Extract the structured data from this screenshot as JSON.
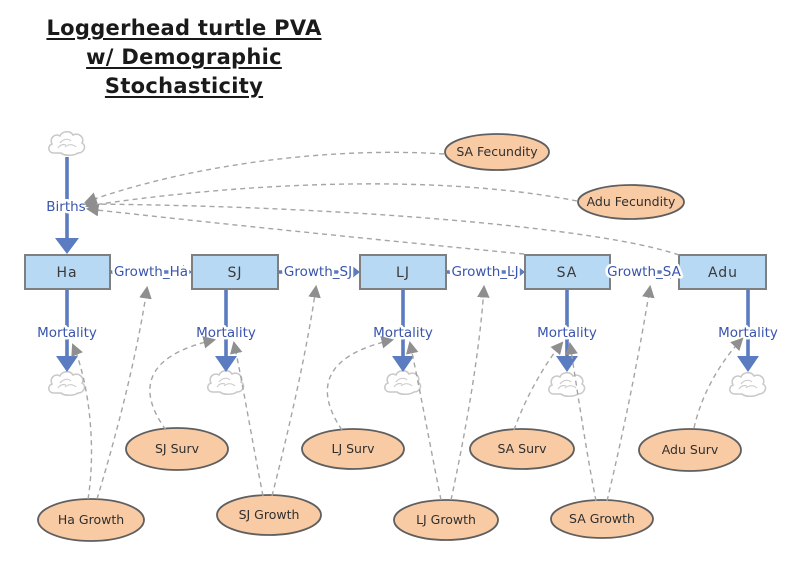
{
  "title": {
    "line1": "Loggerhead turtle PVA",
    "line2": "w/ Demographic",
    "line3": "Stochasticity"
  },
  "stocks": {
    "ha": {
      "label": "Ha"
    },
    "sj": {
      "label": "SJ"
    },
    "lj": {
      "label": "LJ"
    },
    "sa": {
      "label": "SA"
    },
    "adu": {
      "label": "Adu"
    }
  },
  "flows": {
    "births": {
      "label": "Births"
    },
    "growth_ha": {
      "label": "Growth_Ha"
    },
    "growth_sj": {
      "label": "Growth_SJ"
    },
    "growth_lj": {
      "label": "Growth_LJ"
    },
    "growth_sa": {
      "label": "Growth_SA"
    },
    "mortality_ha": {
      "label": "Mortality"
    },
    "mortality_sj": {
      "label": "Mortality"
    },
    "mortality_lj": {
      "label": "Mortality"
    },
    "mortality_sa": {
      "label": "Mortality"
    },
    "mortality_adu": {
      "label": "Mortality"
    }
  },
  "converters": {
    "sa_fecundity": {
      "label": "SA Fecundity"
    },
    "adu_fecundity": {
      "label": "Adu Fecundity"
    },
    "sj_surv": {
      "label": "SJ Surv"
    },
    "lj_surv": {
      "label": "LJ Surv"
    },
    "sa_surv": {
      "label": "SA Surv"
    },
    "adu_surv": {
      "label": "Adu Surv"
    },
    "ha_growth": {
      "label": "Ha Growth"
    },
    "sj_growth": {
      "label": "SJ Growth"
    },
    "lj_growth": {
      "label": "LJ Growth"
    },
    "sa_growth": {
      "label": "SA Growth"
    }
  },
  "connections": [
    {
      "from": "SA Fecundity",
      "to": "Births"
    },
    {
      "from": "Adu Fecundity",
      "to": "Births"
    },
    {
      "from": "SA",
      "to": "Births"
    },
    {
      "from": "Adu",
      "to": "Births"
    },
    {
      "from": "Ha Growth",
      "to": "Mortality (Ha)"
    },
    {
      "from": "Ha Growth",
      "to": "Growth_Ha"
    },
    {
      "from": "SJ Surv",
      "to": "Mortality (SJ)"
    },
    {
      "from": "SJ Growth",
      "to": "Mortality (SJ)"
    },
    {
      "from": "SJ Growth",
      "to": "Growth_SJ"
    },
    {
      "from": "LJ Surv",
      "to": "Mortality (LJ)"
    },
    {
      "from": "LJ Growth",
      "to": "Mortality (LJ)"
    },
    {
      "from": "LJ Growth",
      "to": "Growth_LJ"
    },
    {
      "from": "SA Surv",
      "to": "Mortality (SA)"
    },
    {
      "from": "SA Growth",
      "to": "Mortality (SA)"
    },
    {
      "from": "SA Growth",
      "to": "Growth_SA"
    },
    {
      "from": "Adu Surv",
      "to": "Mortality (Adu)"
    }
  ],
  "colors": {
    "stock_fill": "#b8d9f4",
    "stock_border": "#7f7f7f",
    "stock_text": "#3a3a3a",
    "flow_blue": "#5b7cc0",
    "label_blue": "#3a55ad",
    "converter_fill": "#f8cba5",
    "converter_border": "#5f5f5f",
    "connector_gray": "#a5a5a5",
    "cloud_gray": "#c9c9c9",
    "title_text": "#1a1a1a"
  }
}
